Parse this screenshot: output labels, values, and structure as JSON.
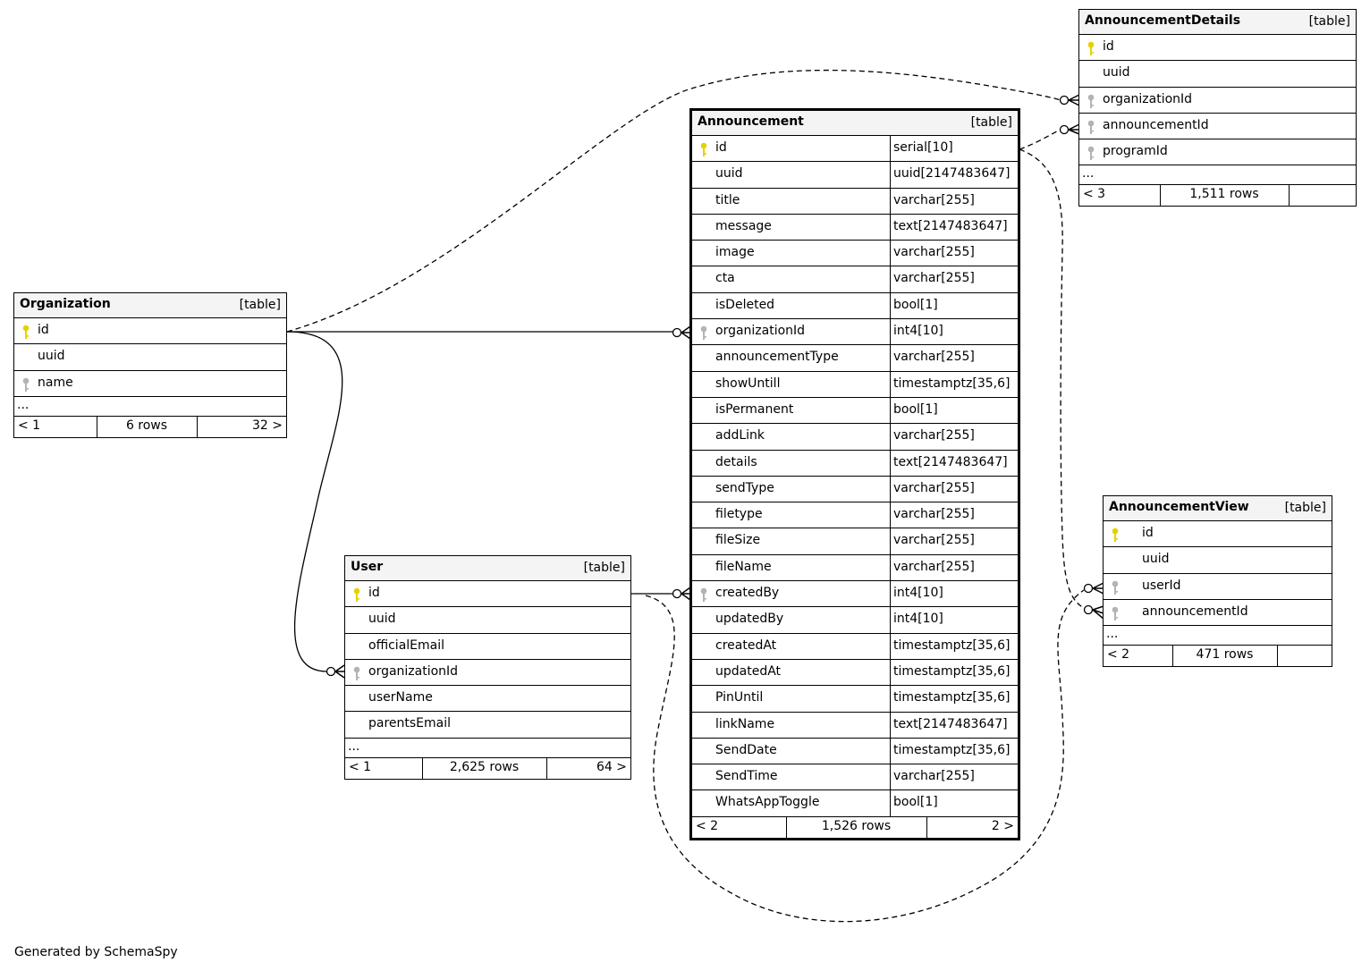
{
  "tables": [
    {
      "name": "Organization",
      "kind": "[table]",
      "columns": [
        {
          "name": "id",
          "key": "primary"
        },
        {
          "name": "uuid",
          "key": "none"
        },
        {
          "name": "name",
          "key": "index"
        }
      ],
      "ellipsis": "...",
      "footer": {
        "left": "< 1",
        "mid": "6 rows",
        "right": "32 >"
      }
    },
    {
      "name": "User",
      "kind": "[table]",
      "columns": [
        {
          "name": "id",
          "key": "primary"
        },
        {
          "name": "uuid",
          "key": "none"
        },
        {
          "name": "officialEmail",
          "key": "none"
        },
        {
          "name": "organizationId",
          "key": "index"
        },
        {
          "name": "userName",
          "key": "none"
        },
        {
          "name": "parentsEmail",
          "key": "none"
        }
      ],
      "ellipsis": "...",
      "footer": {
        "left": "< 1",
        "mid": "2,625 rows",
        "right": "64 >"
      }
    },
    {
      "name": "Announcement",
      "kind": "[table]",
      "columns": [
        {
          "name": "id",
          "type": "serial[10]",
          "key": "primary"
        },
        {
          "name": "uuid",
          "type": "uuid[2147483647]",
          "key": "none"
        },
        {
          "name": "title",
          "type": "varchar[255]",
          "key": "none"
        },
        {
          "name": "message",
          "type": "text[2147483647]",
          "key": "none"
        },
        {
          "name": "image",
          "type": "varchar[255]",
          "key": "none"
        },
        {
          "name": "cta",
          "type": "varchar[255]",
          "key": "none"
        },
        {
          "name": "isDeleted",
          "type": "bool[1]",
          "key": "none"
        },
        {
          "name": "organizationId",
          "type": "int4[10]",
          "key": "index"
        },
        {
          "name": "announcementType",
          "type": "varchar[255]",
          "key": "none"
        },
        {
          "name": "showUntill",
          "type": "timestamptz[35,6]",
          "key": "none"
        },
        {
          "name": "isPermanent",
          "type": "bool[1]",
          "key": "none"
        },
        {
          "name": "addLink",
          "type": "varchar[255]",
          "key": "none"
        },
        {
          "name": "details",
          "type": "text[2147483647]",
          "key": "none"
        },
        {
          "name": "sendType",
          "type": "varchar[255]",
          "key": "none"
        },
        {
          "name": "filetype",
          "type": "varchar[255]",
          "key": "none"
        },
        {
          "name": "fileSize",
          "type": "varchar[255]",
          "key": "none"
        },
        {
          "name": "fileName",
          "type": "varchar[255]",
          "key": "none"
        },
        {
          "name": "createdBy",
          "type": "int4[10]",
          "key": "index"
        },
        {
          "name": "updatedBy",
          "type": "int4[10]",
          "key": "none"
        },
        {
          "name": "createdAt",
          "type": "timestamptz[35,6]",
          "key": "none"
        },
        {
          "name": "updatedAt",
          "type": "timestamptz[35,6]",
          "key": "none"
        },
        {
          "name": "PinUntil",
          "type": "timestamptz[35,6]",
          "key": "none"
        },
        {
          "name": "linkName",
          "type": "text[2147483647]",
          "key": "none"
        },
        {
          "name": "SendDate",
          "type": "timestamptz[35,6]",
          "key": "none"
        },
        {
          "name": "SendTime",
          "type": "varchar[255]",
          "key": "none"
        },
        {
          "name": "WhatsAppToggle",
          "type": "bool[1]",
          "key": "none"
        }
      ],
      "footer": {
        "left": "< 2",
        "mid": "1,526 rows",
        "right": "2 >"
      }
    },
    {
      "name": "AnnouncementDetails",
      "kind": "[table]",
      "columns": [
        {
          "name": "id",
          "key": "primary"
        },
        {
          "name": "uuid",
          "key": "none"
        },
        {
          "name": "organizationId",
          "key": "index"
        },
        {
          "name": "announcementId",
          "key": "index"
        },
        {
          "name": "programId",
          "key": "index"
        }
      ],
      "ellipsis": "...",
      "footer": {
        "left": "< 3",
        "mid": "1,511 rows",
        "right": ""
      }
    },
    {
      "name": "AnnouncementView",
      "kind": "[table]",
      "columns": [
        {
          "name": "id",
          "key": "primary"
        },
        {
          "name": "uuid",
          "key": "none"
        },
        {
          "name": "userId",
          "key": "index"
        },
        {
          "name": "announcementId",
          "key": "index"
        }
      ],
      "ellipsis": "...",
      "footer": {
        "left": "< 2",
        "mid": "471 rows",
        "right": ""
      }
    }
  ],
  "key_colors": {
    "primary": "#e6d100",
    "index": "#b3b3b3"
  },
  "generated_by": "Generated by SchemaSpy"
}
